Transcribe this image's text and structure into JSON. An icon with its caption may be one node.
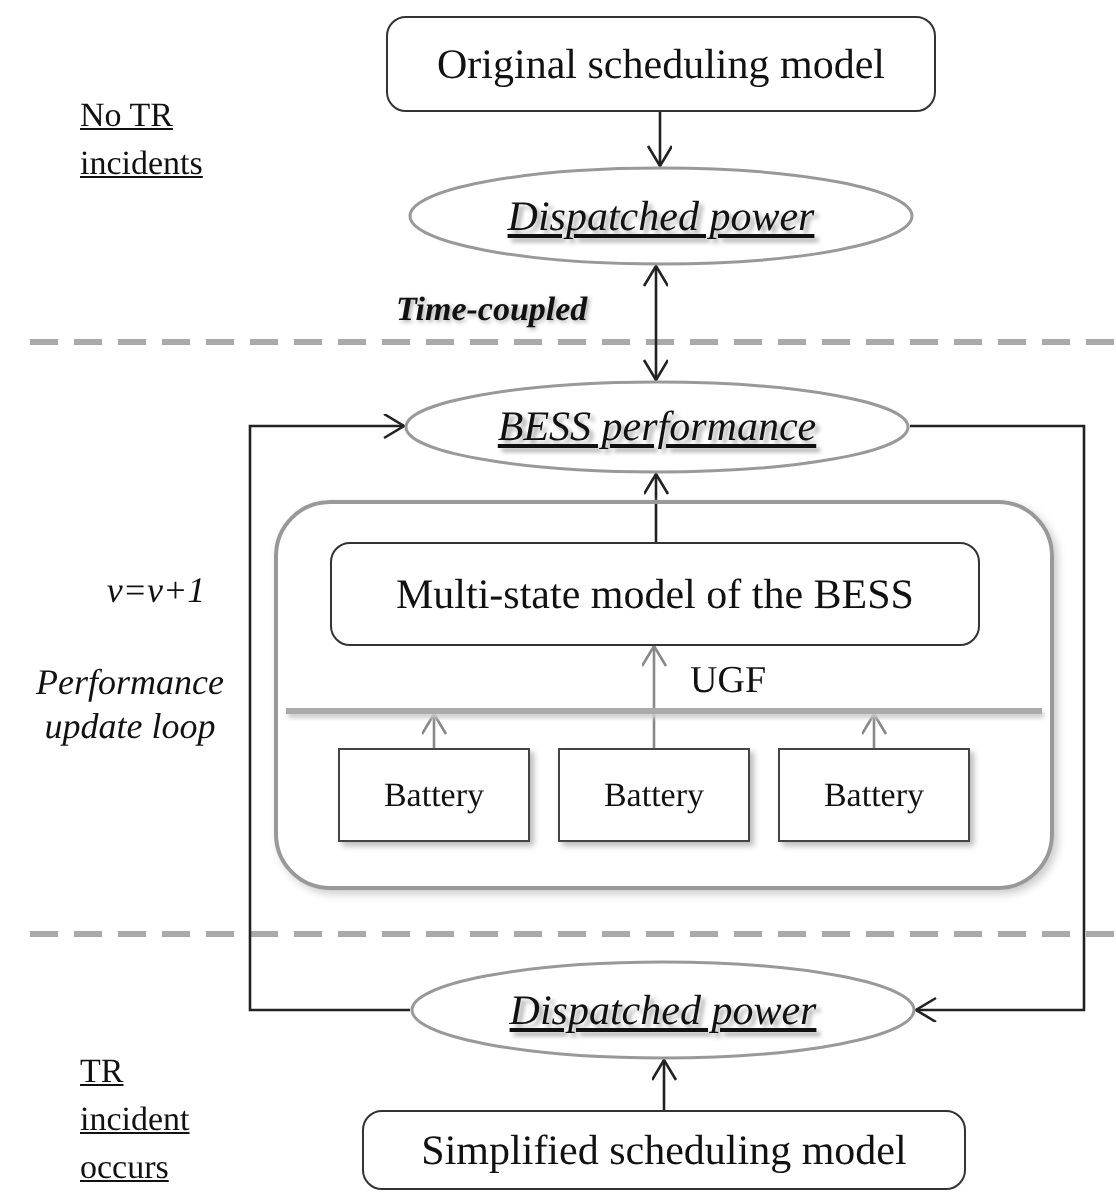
{
  "diagram": {
    "nodes": [
      {
        "text": [
          "Original scheduling model"
        ]
      },
      {
        "text": [
          "Dispatched power"
        ]
      },
      {
        "text": [
          "BESS performance"
        ]
      },
      {
        "text": [],
        "shape": "box"
      },
      {
        "text": [
          "Multi-state model of the BESS"
        ],
        "in": 3
      },
      {
        "text": [
          "UGF"
        ],
        "in": 3
      },
      {
        "text": [
          "Battery"
        ],
        "in": 3
      },
      {
        "text": [
          "Battery"
        ],
        "in": 3
      },
      {
        "text": [
          "Battery"
        ],
        "in": 3
      },
      {
        "text": [
          "Dispatched power"
        ]
      },
      {
        "text": [
          "Simplified scheduling model"
        ]
      }
    ],
    "edges": [
      {
        "from": 0,
        "to": 1,
        "arrow": "to"
      },
      {
        "from": 1,
        "to": 2,
        "arrow": "both",
        "label": "Time-coupled"
      },
      {
        "from": 4,
        "to": 2,
        "arrow": "to"
      },
      {
        "from": 6,
        "to": 5,
        "arrow": "to",
        "color": "#888888"
      },
      {
        "from": 7,
        "to": 4,
        "arrow": "to",
        "color": "#888888"
      },
      {
        "from": 8,
        "to": 5,
        "arrow": "to",
        "color": "#888888"
      },
      {
        "from": 2,
        "to": 9,
        "arrow": "to"
      },
      {
        "from": 9,
        "to": 2,
        "arrow": "to"
      },
      {
        "from": 10,
        "to": 9,
        "arrow": "to"
      }
    ],
    "labels": [
      "No TR incidents",
      "v=v+1",
      "Performance update loop",
      "TR incident occurs"
    ]
  }
}
